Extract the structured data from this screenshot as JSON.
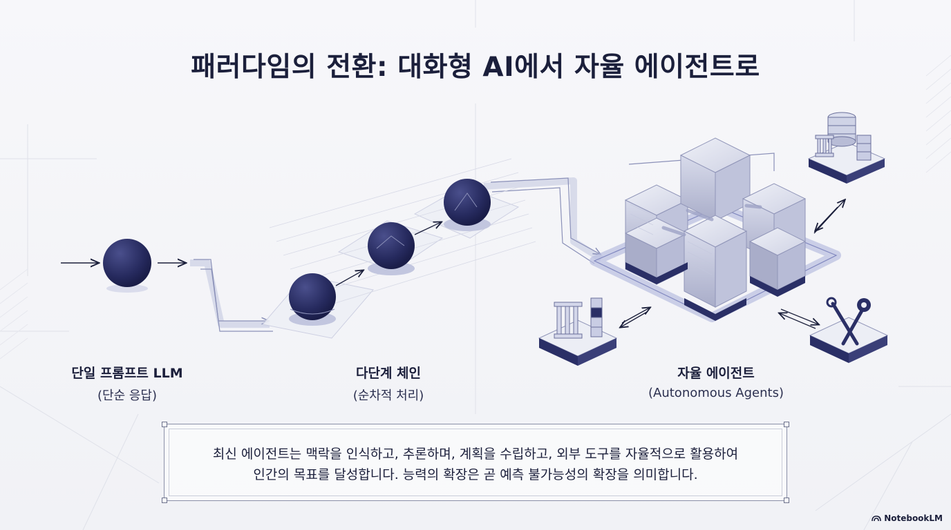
{
  "title": "패러다임의 전환: 대화형 AI에서 자율 에이전트로",
  "stages": [
    {
      "name": "단일 프롬프트 LLM",
      "sub": "(단순 응답)"
    },
    {
      "name": "다단계 체인",
      "sub": "(순차적 처리)"
    },
    {
      "name": "자율 에이전트",
      "sub": "(Autonomous Agents)"
    }
  ],
  "caption": {
    "line1": "최신 에이전트는 맥락을 인식하고, 추론하며, 계획을 수립하고, 외부 도구를 자율적으로 활용하여",
    "line2": "인간의 목표를 달성합니다. 능력의 확장은 곧 예측 불가능성의 확장을 의미합니다."
  },
  "brand": "NotebookLM",
  "colors": {
    "navy": "#2a2f66",
    "ink": "#1b1f3b",
    "cube": "#c9cce0",
    "path": "#b9bfdc"
  },
  "icons": [
    "database-icon",
    "pillar-icon",
    "tools-icon",
    "gear-icon"
  ]
}
